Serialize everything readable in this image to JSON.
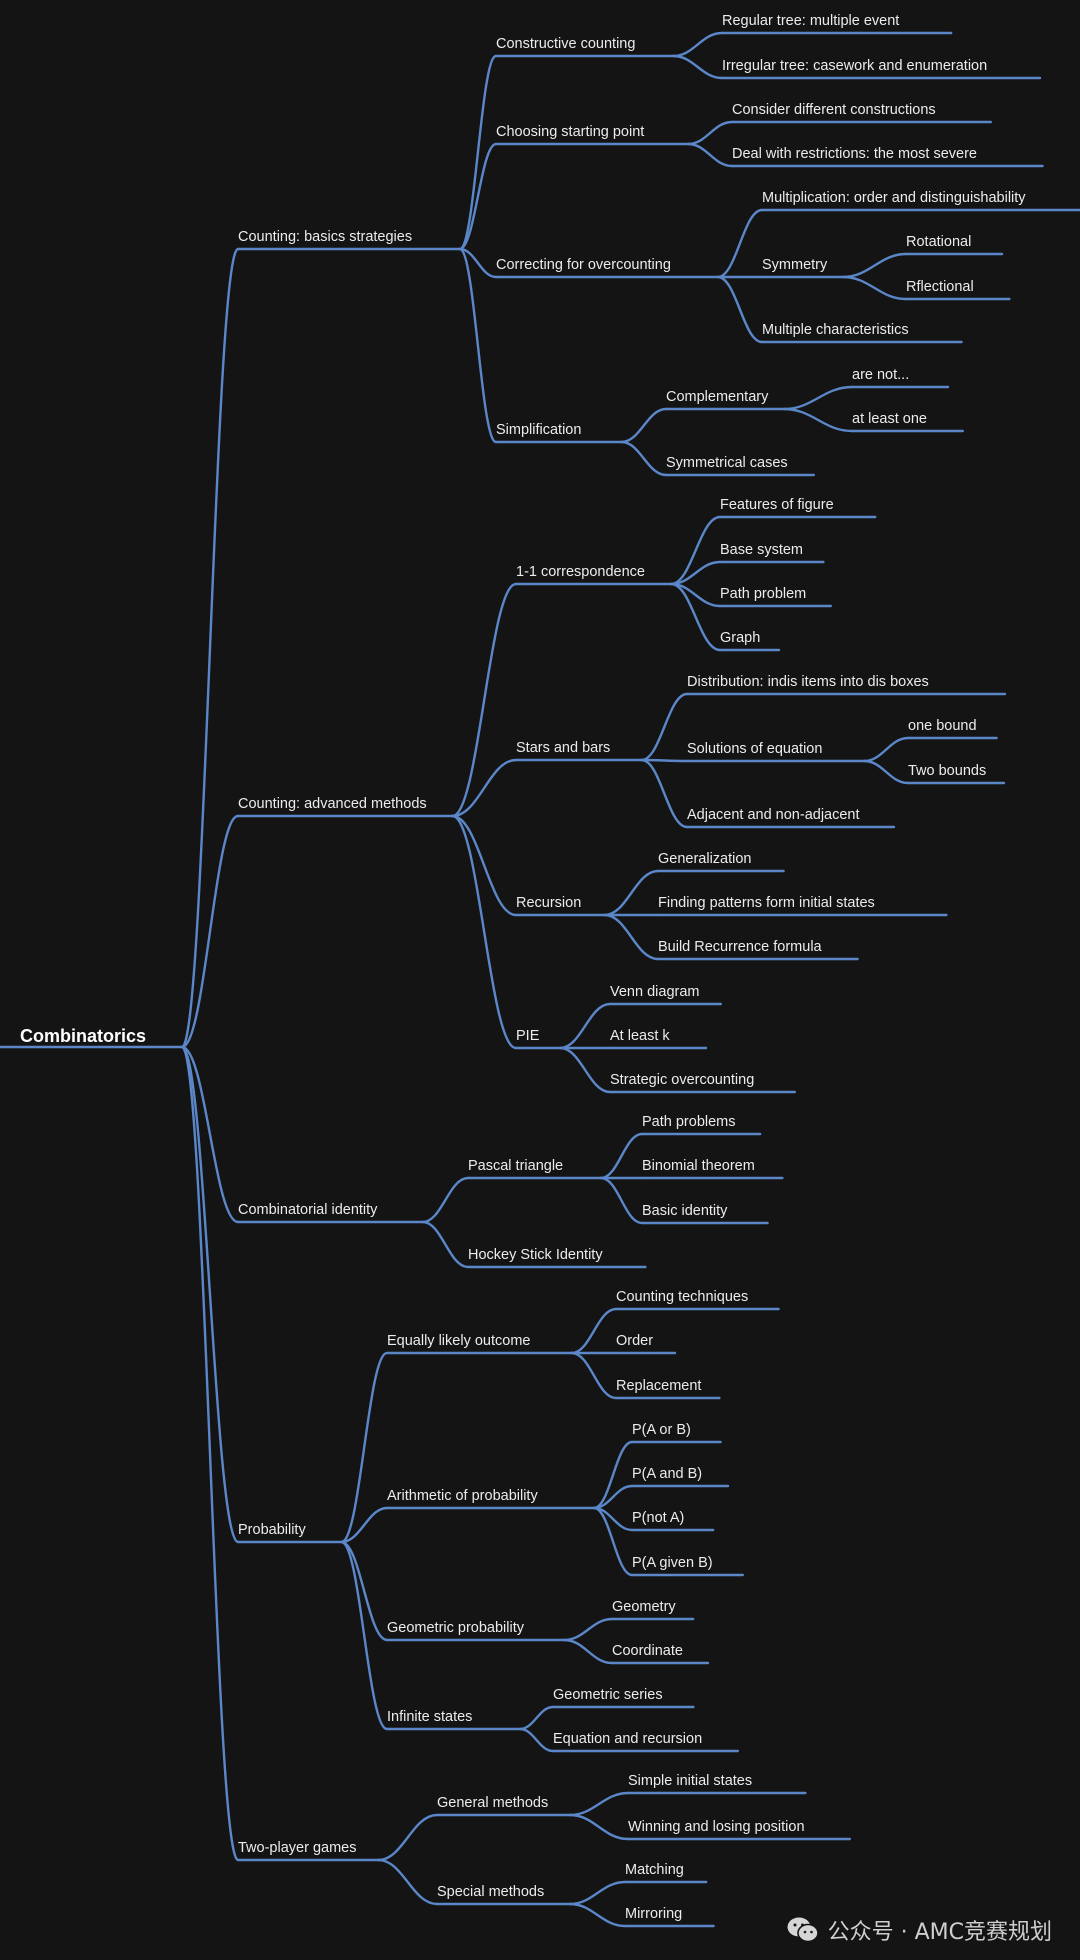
{
  "root": "Combinatorics",
  "branches": [
    {
      "label": "Counting: basics strategies",
      "children": [
        {
          "label": "Constructive counting",
          "children": [
            {
              "label": "Regular tree: multiple event"
            },
            {
              "label": "Irregular tree: casework and enumeration"
            }
          ]
        },
        {
          "label": "Choosing starting point",
          "children": [
            {
              "label": "Consider different constructions"
            },
            {
              "label": "Deal with restrictions: the most severe"
            }
          ]
        },
        {
          "label": "Correcting for overcounting",
          "children": [
            {
              "label": "Multiplication: order and distinguishability"
            },
            {
              "label": "Symmetry",
              "children": [
                {
                  "label": "Rotational"
                },
                {
                  "label": "Rflectional"
                }
              ]
            },
            {
              "label": "Multiple characteristics"
            }
          ]
        },
        {
          "label": "Simplification",
          "children": [
            {
              "label": "Complementary",
              "children": [
                {
                  "label": "are not..."
                },
                {
                  "label": "at least one"
                }
              ]
            },
            {
              "label": "Symmetrical cases"
            }
          ]
        }
      ]
    },
    {
      "label": "Counting: advanced methods",
      "children": [
        {
          "label": "1-1 correspondence",
          "children": [
            {
              "label": "Features of figure"
            },
            {
              "label": "Base system"
            },
            {
              "label": "Path problem"
            },
            {
              "label": "Graph"
            }
          ]
        },
        {
          "label": "Stars and bars",
          "children": [
            {
              "label": "Distribution: indis items into dis boxes"
            },
            {
              "label": "Solutions of equation",
              "children": [
                {
                  "label": "one bound"
                },
                {
                  "label": "Two bounds"
                }
              ]
            },
            {
              "label": "Adjacent and non-adjacent"
            }
          ]
        },
        {
          "label": "Recursion",
          "children": [
            {
              "label": "Generalization"
            },
            {
              "label": "Finding patterns form initial states"
            },
            {
              "label": "Build Recurrence formula"
            }
          ]
        },
        {
          "label": "PIE",
          "children": [
            {
              "label": "Venn diagram"
            },
            {
              "label": "At least k"
            },
            {
              "label": "Strategic overcounting"
            }
          ]
        }
      ]
    },
    {
      "label": "Combinatorial identity",
      "children": [
        {
          "label": "Pascal triangle",
          "children": [
            {
              "label": "Path problems"
            },
            {
              "label": "Binomial theorem"
            },
            {
              "label": "Basic identity"
            }
          ]
        },
        {
          "label": "Hockey Stick Identity"
        }
      ]
    },
    {
      "label": "Probability",
      "children": [
        {
          "label": "Equally likely outcome",
          "children": [
            {
              "label": "Counting techniques"
            },
            {
              "label": "Order"
            },
            {
              "label": "Replacement"
            }
          ]
        },
        {
          "label": "Arithmetic of probability",
          "children": [
            {
              "label": "P(A or B)"
            },
            {
              "label": "P(A and B)"
            },
            {
              "label": "P(not A)"
            },
            {
              "label": "P(A given B)"
            }
          ]
        },
        {
          "label": "Geometric probability",
          "children": [
            {
              "label": "Geometry"
            },
            {
              "label": "Coordinate"
            }
          ]
        },
        {
          "label": "Infinite states",
          "children": [
            {
              "label": "Geometric series"
            },
            {
              "label": "Equation and recursion"
            }
          ]
        }
      ]
    },
    {
      "label": "Two-player games",
      "children": [
        {
          "label": "General methods",
          "children": [
            {
              "label": "Simple initial states"
            },
            {
              "label": "Winning and losing position"
            }
          ]
        },
        {
          "label": "Special methods",
          "children": [
            {
              "label": "Matching"
            },
            {
              "label": "Mirroring"
            }
          ]
        }
      ]
    }
  ],
  "watermark": {
    "text": "公众号 · AMC竞赛规划",
    "icon": "wechat-logo-icon"
  },
  "colors": {
    "background": "#141415",
    "edge": "#5b87c9",
    "text": "#ececec"
  }
}
